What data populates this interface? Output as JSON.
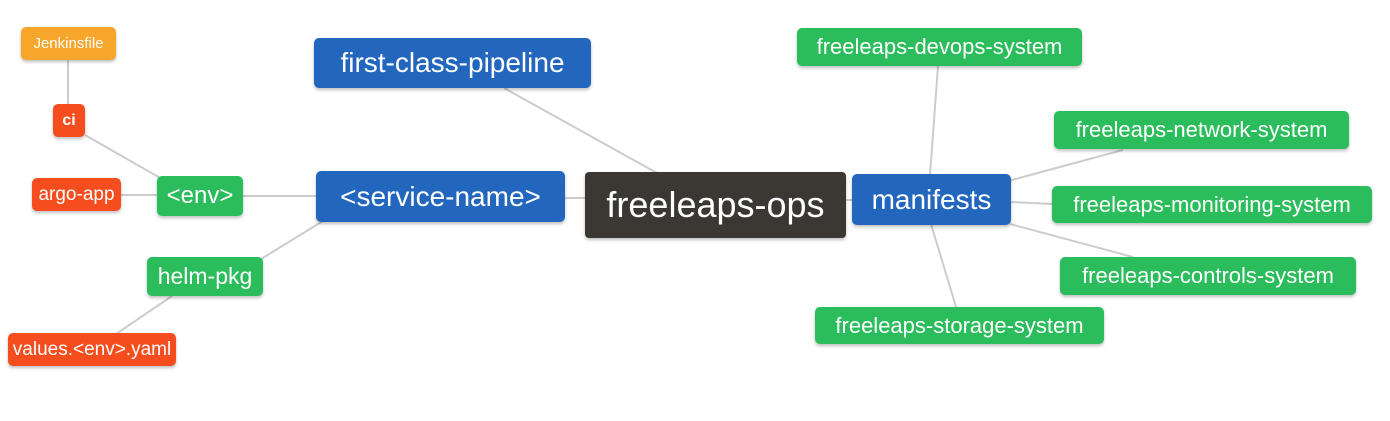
{
  "colors": {
    "root_node": "#3b3834",
    "branch_node": "#2267bd",
    "leaf_green": "#2bbd5c",
    "leaf_red": "#f54d1e",
    "leaf_orange": "#f6a62a",
    "connector_line": "#cccccc",
    "node_text": "#ffffff",
    "background": "#ffffff"
  },
  "mindmap": {
    "root_label": "freeleaps-ops",
    "nodes": {
      "jenkinsfile": {
        "label": "Jenkinsfile",
        "color": "#f6a62a"
      },
      "ci": {
        "label": "ci",
        "color": "#f54d1e"
      },
      "argo_app": {
        "label": "argo-app",
        "color": "#f54d1e"
      },
      "env": {
        "label": "<env>",
        "color": "#2bbd5c"
      },
      "helm_pkg": {
        "label": "helm-pkg",
        "color": "#2bbd5c"
      },
      "values_env_yaml": {
        "label": "values.<env>.yaml",
        "color": "#f54d1e"
      },
      "first_class_pipeline": {
        "label": "first-class-pipeline",
        "color": "#2267bd"
      },
      "service_name": {
        "label": "<service-name>",
        "color": "#2267bd"
      },
      "freeleaps_ops": {
        "label": "freeleaps-ops",
        "color": "#3b3834"
      },
      "manifests": {
        "label": "manifests",
        "color": "#2267bd"
      },
      "devops_system": {
        "label": "freeleaps-devops-system",
        "color": "#2bbd5c"
      },
      "network_system": {
        "label": "freeleaps-network-system",
        "color": "#2bbd5c"
      },
      "monitoring_system": {
        "label": "freeleaps-monitoring-system",
        "color": "#2bbd5c"
      },
      "controls_system": {
        "label": "freeleaps-controls-system",
        "color": "#2bbd5c"
      },
      "storage_system": {
        "label": "freeleaps-storage-system",
        "color": "#2bbd5c"
      }
    },
    "edges": [
      [
        "jenkinsfile",
        "ci"
      ],
      [
        "ci",
        "env"
      ],
      [
        "argo_app",
        "env"
      ],
      [
        "env",
        "service_name"
      ],
      [
        "service_name",
        "helm_pkg"
      ],
      [
        "helm_pkg",
        "values_env_yaml"
      ],
      [
        "first_class_pipeline",
        "freeleaps_ops"
      ],
      [
        "service_name",
        "freeleaps_ops"
      ],
      [
        "freeleaps_ops",
        "manifests"
      ],
      [
        "manifests",
        "devops_system"
      ],
      [
        "manifests",
        "network_system"
      ],
      [
        "manifests",
        "monitoring_system"
      ],
      [
        "manifests",
        "controls_system"
      ],
      [
        "manifests",
        "storage_system"
      ]
    ]
  }
}
